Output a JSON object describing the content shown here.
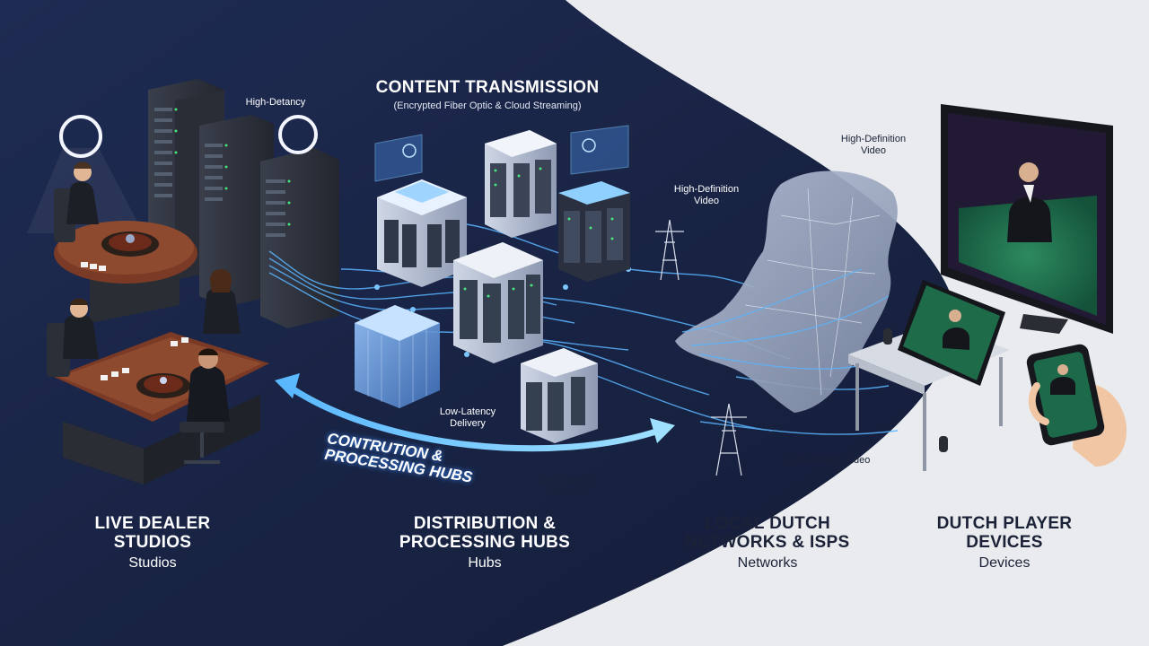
{
  "header": {
    "title": "CONTENT TRANSMISSION",
    "subtitle": "(Encrypted Fiber Optic & Cloud Streaming)"
  },
  "labels": {
    "high_detancy": "High-Detancy",
    "hd_video_1": "High-Definition Video",
    "hd_video_2": "High-Definition Video",
    "hd_video_3": "Ligh-Defition Video",
    "low_latency_1": "Low-Latency Delivery",
    "low_latency_2": "Low-Latency Delivery",
    "arc_text_line1": "CONTRUTION &",
    "arc_text_line2": "PROCESSING HUBS"
  },
  "stages": [
    {
      "title_line1": "LIVE DEALER",
      "title_line2": "STUDIOS",
      "sub": "Studios"
    },
    {
      "title_line1": "DISTRIBUTION &",
      "title_line2": "PROCESSING HUBS",
      "sub": "Hubs"
    },
    {
      "title_line1": "LOCAL DUTCH",
      "title_line2": "NETWORKS & ISPS",
      "sub": "Networks"
    },
    {
      "title_line1": "DUTCH PLAYER",
      "title_line2": "DEVICES",
      "sub": "Devices"
    }
  ],
  "colors": {
    "dark_bg": "#1b2748",
    "light_bg": "#e9ebef",
    "accent_glow": "#3ea0ff",
    "table_wood": "#7a3a25",
    "felt_green": "#1f6b4a"
  }
}
